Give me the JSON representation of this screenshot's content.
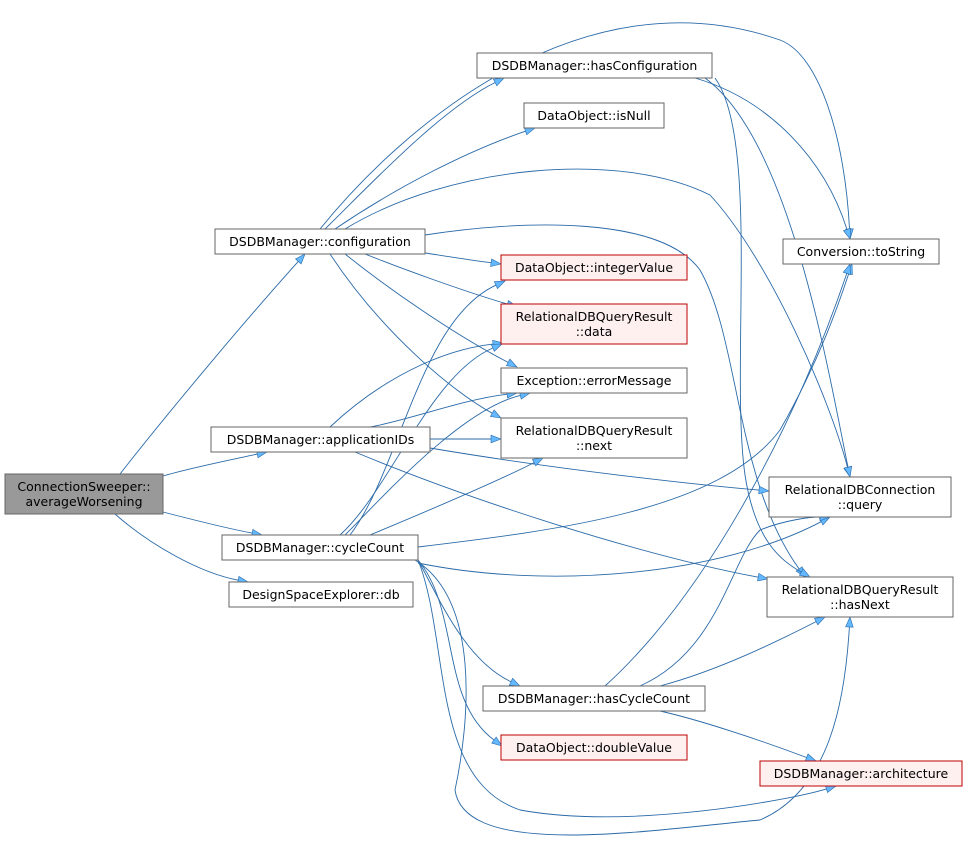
{
  "colors": {
    "edge": "#2a6aa8",
    "arrow_fill": "#63b8ff",
    "focus_fill": "#999999",
    "normal_fill": "#ffffff",
    "normal_stroke": "#666666",
    "missing_fill": "#fff0f0",
    "missing_stroke": "#bf0000"
  },
  "nodes": [
    {
      "id": "averageWorsening",
      "lines": [
        "ConnectionSweeper::",
        "averageWorsening"
      ],
      "style": "focus"
    },
    {
      "id": "configuration",
      "lines": [
        "DSDBManager::configuration"
      ],
      "style": "normal"
    },
    {
      "id": "applicationIDs",
      "lines": [
        "DSDBManager::applicationIDs"
      ],
      "style": "normal"
    },
    {
      "id": "cycleCount",
      "lines": [
        "DSDBManager::cycleCount"
      ],
      "style": "normal"
    },
    {
      "id": "db",
      "lines": [
        "DesignSpaceExplorer::db"
      ],
      "style": "normal"
    },
    {
      "id": "hasConfiguration",
      "lines": [
        "DSDBManager::hasConfiguration"
      ],
      "style": "normal"
    },
    {
      "id": "isNull",
      "lines": [
        "DataObject::isNull"
      ],
      "style": "normal"
    },
    {
      "id": "integerValue",
      "lines": [
        "DataObject::integerValue"
      ],
      "style": "missing"
    },
    {
      "id": "rdata",
      "lines": [
        "RelationalDBQueryResult",
        "::data"
      ],
      "style": "missing"
    },
    {
      "id": "errorMessage",
      "lines": [
        "Exception::errorMessage"
      ],
      "style": "normal"
    },
    {
      "id": "rnext",
      "lines": [
        "RelationalDBQueryResult",
        "::next"
      ],
      "style": "normal"
    },
    {
      "id": "toString",
      "lines": [
        "Conversion::toString"
      ],
      "style": "normal"
    },
    {
      "id": "query",
      "lines": [
        "RelationalDBConnection",
        "::query"
      ],
      "style": "normal"
    },
    {
      "id": "hasNext",
      "lines": [
        "RelationalDBQueryResult",
        "::hasNext"
      ],
      "style": "normal"
    },
    {
      "id": "hasCycleCount",
      "lines": [
        "DSDBManager::hasCycleCount"
      ],
      "style": "normal"
    },
    {
      "id": "doubleValue",
      "lines": [
        "DataObject::doubleValue"
      ],
      "style": "missing"
    },
    {
      "id": "architecture",
      "lines": [
        "DSDBManager::architecture"
      ],
      "style": "missing"
    }
  ],
  "edges": [
    [
      "averageWorsening",
      "configuration"
    ],
    [
      "averageWorsening",
      "applicationIDs"
    ],
    [
      "averageWorsening",
      "cycleCount"
    ],
    [
      "averageWorsening",
      "db"
    ],
    [
      "configuration",
      "hasConfiguration"
    ],
    [
      "configuration",
      "isNull"
    ],
    [
      "configuration",
      "integerValue"
    ],
    [
      "configuration",
      "rdata"
    ],
    [
      "configuration",
      "errorMessage"
    ],
    [
      "configuration",
      "rnext"
    ],
    [
      "configuration",
      "toString"
    ],
    [
      "configuration",
      "query"
    ],
    [
      "configuration",
      "hasNext"
    ],
    [
      "hasConfiguration",
      "toString"
    ],
    [
      "hasConfiguration",
      "query"
    ],
    [
      "hasConfiguration",
      "hasNext"
    ],
    [
      "applicationIDs",
      "rdata"
    ],
    [
      "applicationIDs",
      "errorMessage"
    ],
    [
      "applicationIDs",
      "rnext"
    ],
    [
      "applicationIDs",
      "query"
    ],
    [
      "applicationIDs",
      "hasNext"
    ],
    [
      "cycleCount",
      "integerValue"
    ],
    [
      "cycleCount",
      "rdata"
    ],
    [
      "cycleCount",
      "errorMessage"
    ],
    [
      "cycleCount",
      "rnext"
    ],
    [
      "cycleCount",
      "toString"
    ],
    [
      "cycleCount",
      "query"
    ],
    [
      "cycleCount",
      "hasNext"
    ],
    [
      "cycleCount",
      "hasCycleCount"
    ],
    [
      "cycleCount",
      "doubleValue"
    ],
    [
      "cycleCount",
      "architecture"
    ],
    [
      "hasCycleCount",
      "toString"
    ],
    [
      "hasCycleCount",
      "query"
    ],
    [
      "hasCycleCount",
      "hasNext"
    ],
    [
      "hasCycleCount",
      "architecture"
    ]
  ]
}
